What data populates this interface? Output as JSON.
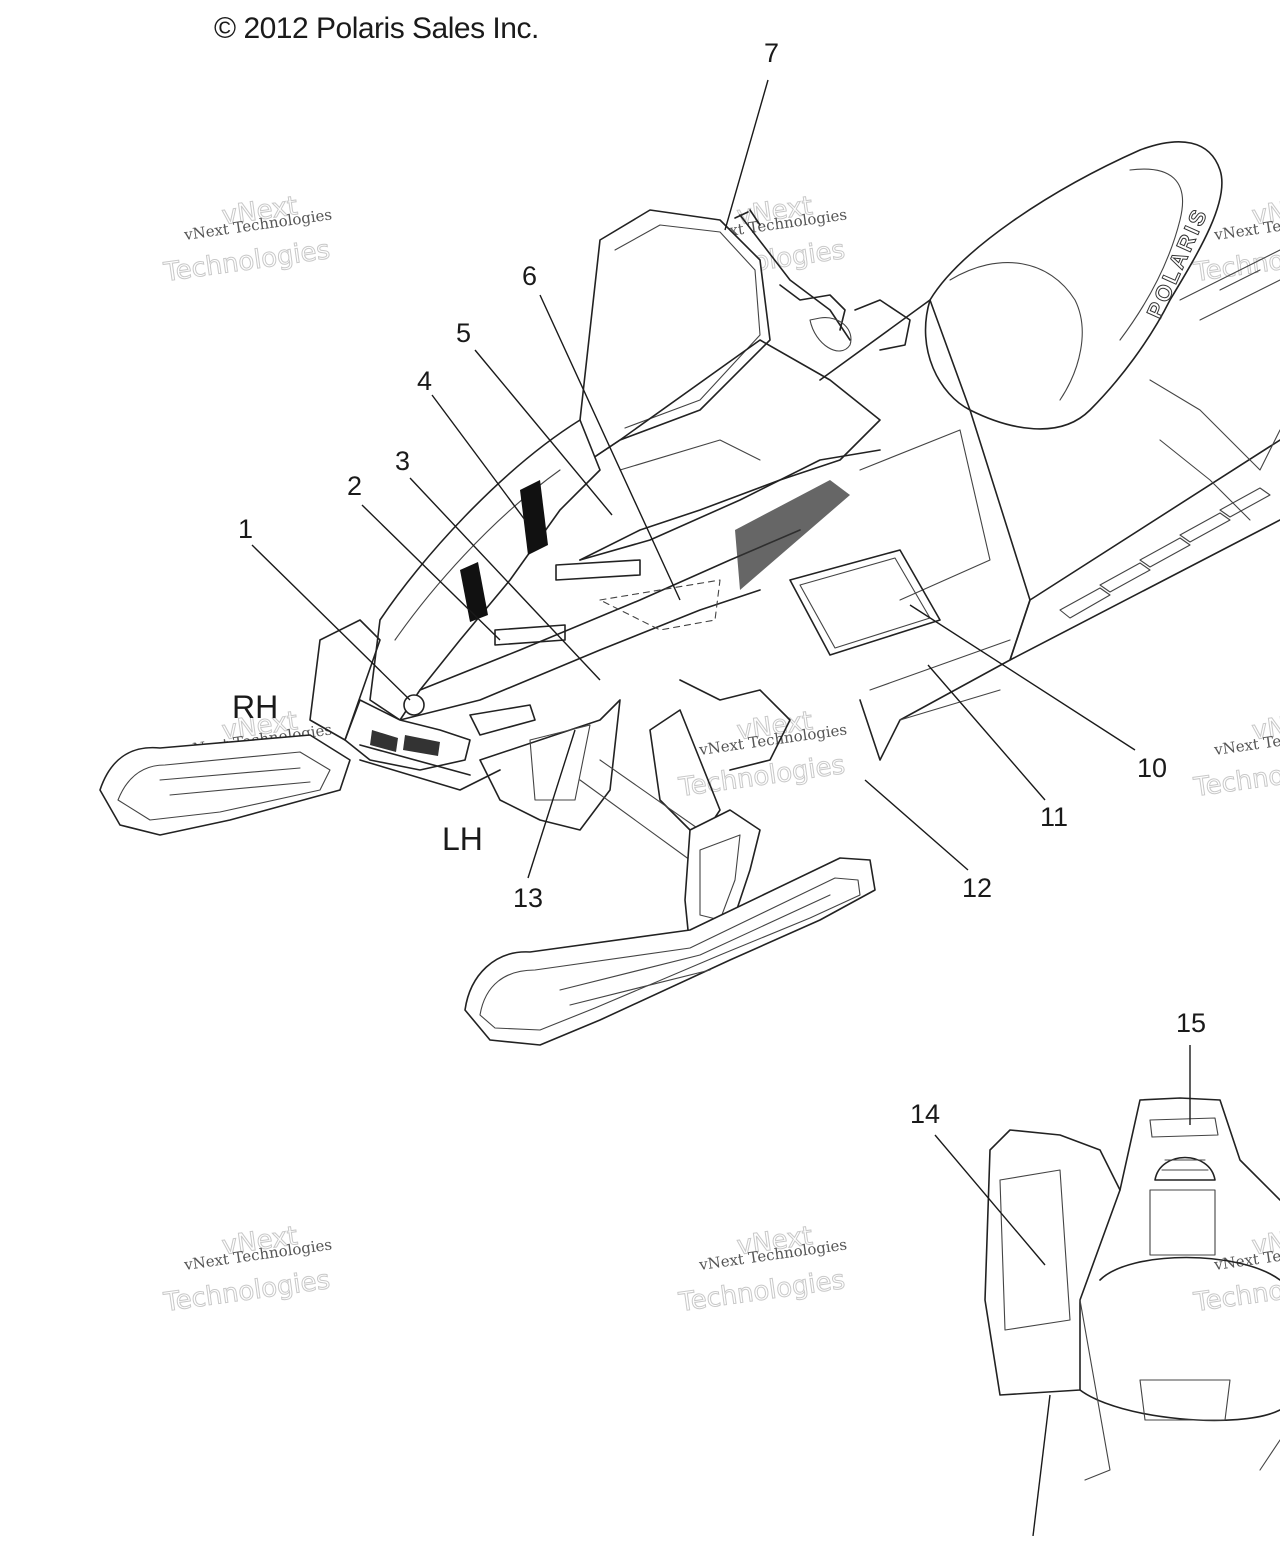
{
  "copyright": "© 2012 Polaris Sales Inc.",
  "side_labels": {
    "rh": "RH",
    "lh": "LH"
  },
  "callouts": [
    {
      "id": "c1",
      "text": "1"
    },
    {
      "id": "c2",
      "text": "2"
    },
    {
      "id": "c3",
      "text": "3"
    },
    {
      "id": "c4",
      "text": "4"
    },
    {
      "id": "c5",
      "text": "5"
    },
    {
      "id": "c6",
      "text": "6"
    },
    {
      "id": "c7",
      "text": "7"
    },
    {
      "id": "c10",
      "text": "10"
    },
    {
      "id": "c11",
      "text": "11"
    },
    {
      "id": "c12",
      "text": "12"
    },
    {
      "id": "c13",
      "text": "13"
    },
    {
      "id": "c14",
      "text": "14"
    },
    {
      "id": "c15",
      "text": "15"
    }
  ],
  "brand_decal": "POLARIS",
  "watermark": {
    "line1": "vNext Technologies",
    "line2": "vNext",
    "line3": "Technologies"
  }
}
